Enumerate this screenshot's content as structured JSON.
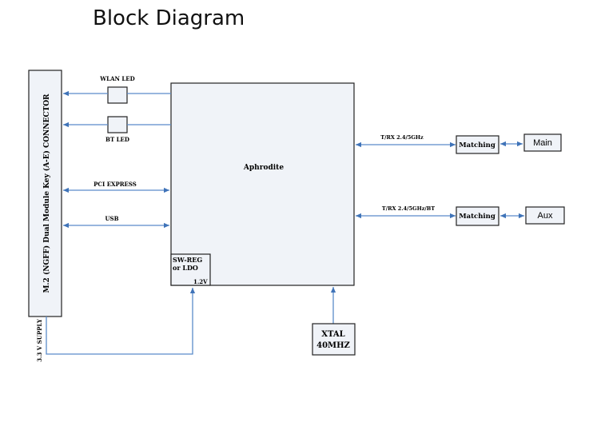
{
  "title": "Block Diagram",
  "connector": "M.2 (NGFF) Dual Module Key (A-E) CONNECTOR",
  "supply": "3.3 V SUPPLY",
  "chip": "Aphrodite",
  "regulator": {
    "line1": "SW-REG",
    "line2": "or LDO",
    "voltage": "1.2V"
  },
  "leds": {
    "wlan": "WLAN LED",
    "bt": "BT  LED"
  },
  "buses": {
    "pcie": "PCI EXPRESS",
    "usb": "USB"
  },
  "rf": {
    "path1": "T/RX 2.4/5GHz",
    "path2": "T/RX 2.4/5GHz/BT",
    "matching1": "Matching",
    "matching2": "Matching",
    "antenna1": "Main",
    "antenna2": "Aux"
  },
  "xtal": {
    "line1": "XTAL",
    "line2": "40MHZ"
  },
  "colors": {
    "wire": "#5b8bc9",
    "box_fill": "#f0f3f8",
    "outline": "#222222"
  }
}
